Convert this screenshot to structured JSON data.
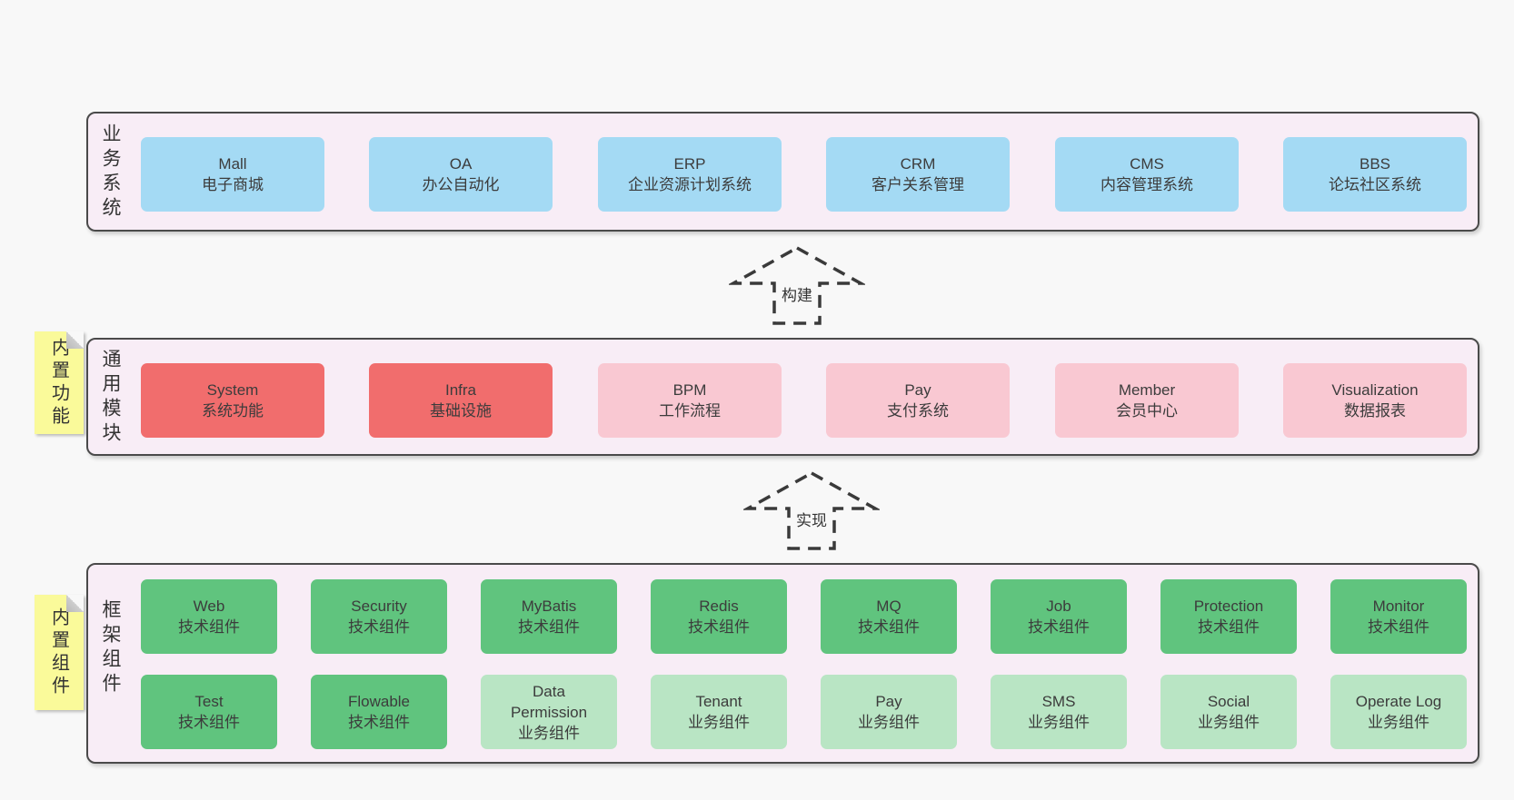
{
  "business": {
    "label": "业务系统",
    "boxes": [
      {
        "en": "Mall",
        "zh": "电子商城"
      },
      {
        "en": "OA",
        "zh": "办公自动化"
      },
      {
        "en": "ERP",
        "zh": "企业资源计划系统"
      },
      {
        "en": "CRM",
        "zh": "客户关系管理"
      },
      {
        "en": "CMS",
        "zh": "内容管理系统"
      },
      {
        "en": "BBS",
        "zh": "论坛社区系统"
      }
    ]
  },
  "arrows": {
    "build": "构建",
    "implement": "实现"
  },
  "modules": {
    "label": "通用模块",
    "note": "内置功能",
    "boxes": [
      {
        "en": "System",
        "zh": "系统功能",
        "variant": "red"
      },
      {
        "en": "Infra",
        "zh": "基础设施",
        "variant": "red"
      },
      {
        "en": "BPM",
        "zh": "工作流程",
        "variant": "pink"
      },
      {
        "en": "Pay",
        "zh": "支付系统",
        "variant": "pink"
      },
      {
        "en": "Member",
        "zh": "会员中心",
        "variant": "pink"
      },
      {
        "en": "Visualization",
        "zh": "数据报表",
        "variant": "pink"
      }
    ]
  },
  "framework": {
    "label": "框架组件",
    "note": "内置组件",
    "row1": [
      {
        "en": "Web",
        "zh": "技术组件",
        "variant": "green"
      },
      {
        "en": "Security",
        "zh": "技术组件",
        "variant": "green"
      },
      {
        "en": "MyBatis",
        "zh": "技术组件",
        "variant": "green"
      },
      {
        "en": "Redis",
        "zh": "技术组件",
        "variant": "green"
      },
      {
        "en": "MQ",
        "zh": "技术组件",
        "variant": "green"
      },
      {
        "en": "Job",
        "zh": "技术组件",
        "variant": "green"
      },
      {
        "en": "Protection",
        "zh": "技术组件",
        "variant": "green"
      },
      {
        "en": "Monitor",
        "zh": "技术组件",
        "variant": "green"
      }
    ],
    "row2": [
      {
        "en": "Test",
        "zh": "技术组件",
        "variant": "green"
      },
      {
        "en": "Flowable",
        "zh": "技术组件",
        "variant": "green"
      },
      {
        "en": "Data Permission",
        "zh": "业务组件",
        "variant": "lightgreen"
      },
      {
        "en": "Tenant",
        "zh": "业务组件",
        "variant": "lightgreen"
      },
      {
        "en": "Pay",
        "zh": "业务组件",
        "variant": "lightgreen"
      },
      {
        "en": "SMS",
        "zh": "业务组件",
        "variant": "lightgreen"
      },
      {
        "en": "Social",
        "zh": "业务组件",
        "variant": "lightgreen"
      },
      {
        "en": "Operate Log",
        "zh": "业务组件",
        "variant": "lightgreen"
      }
    ]
  },
  "colors": {
    "background": "#f8f8f8",
    "panel_bg": "#f8edf6",
    "panel_border": "#4a4a4a",
    "blue": "#a4daf4",
    "red": "#f16d6d",
    "pink": "#f9c8d2",
    "green": "#60c47e",
    "light_green": "#b9e5c4",
    "note_yellow": "#fafa9a",
    "arrow_stroke": "#3a3a3a",
    "text": "#3c3c3c"
  }
}
